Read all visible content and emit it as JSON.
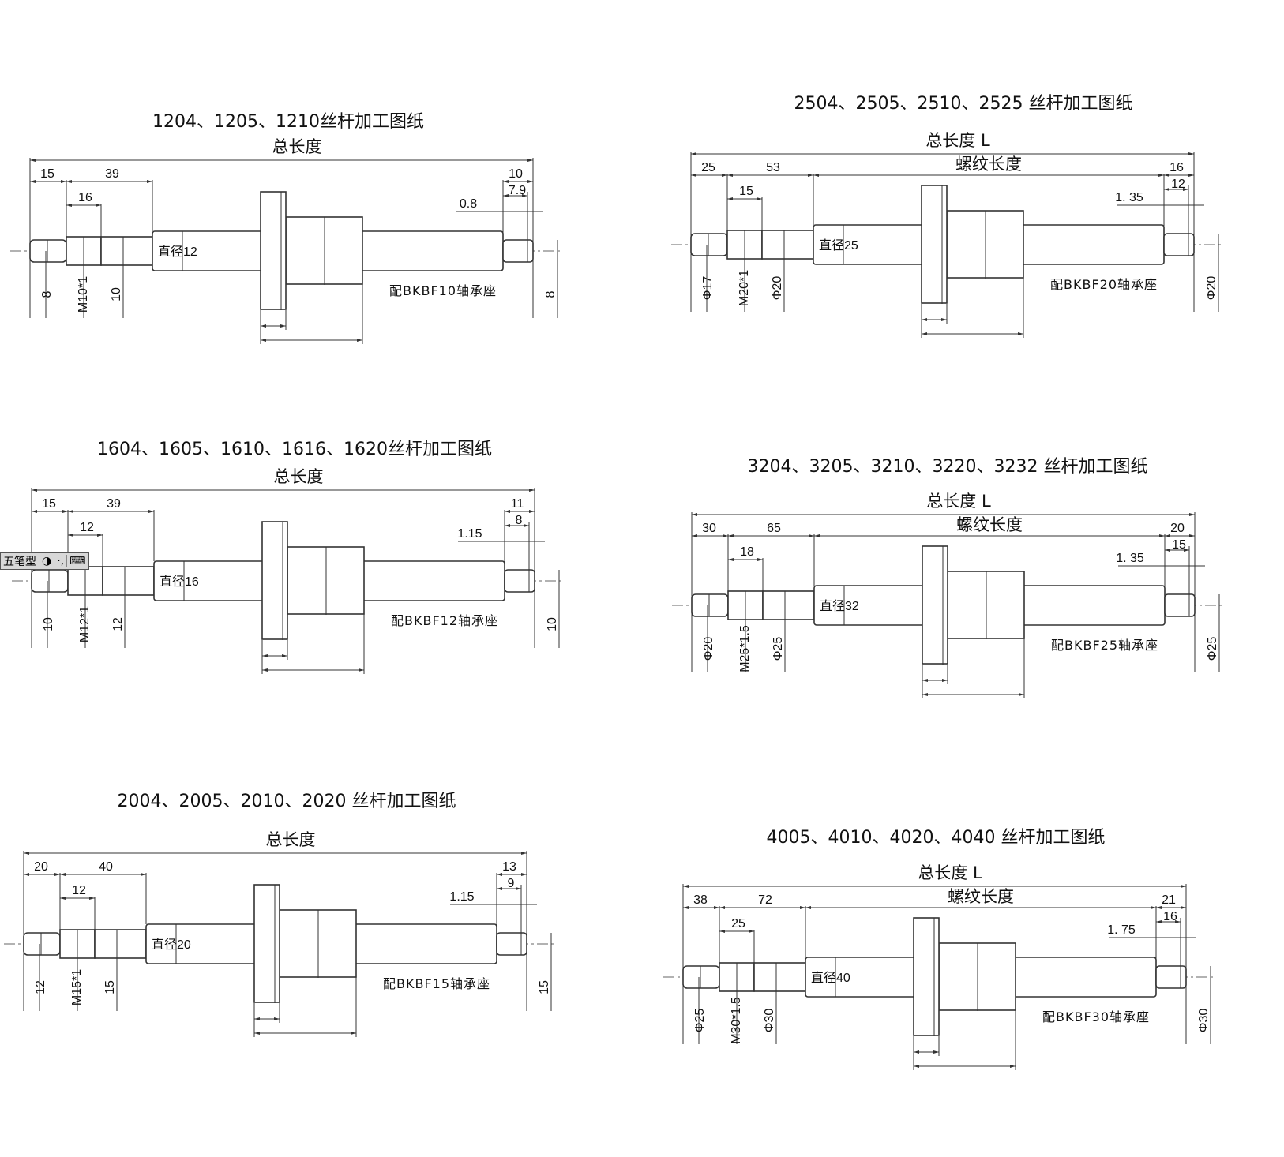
{
  "panels": [
    {
      "title": "1204、1205、1210丝杆加工图纸",
      "total": "总长度",
      "thread": "",
      "l1": "15",
      "l2": "39",
      "l3": "16",
      "r1": "10",
      "r2": "7.9",
      "r3": "0.8",
      "dia": "直径12",
      "b1": "8",
      "b2": "M10*1",
      "b3": "10",
      "br": "8",
      "bearing": "配BKBF10轴承座"
    },
    {
      "title": "2504、2505、2510、2525 丝杆加工图纸",
      "total": "总长度 L",
      "thread": "螺纹长度",
      "l1": "25",
      "l2": "53",
      "l3": "15",
      "r1": "16",
      "r2": "12",
      "r3": "1. 35",
      "dia": "直径25",
      "b1": "Φ17",
      "b2": "M20*1",
      "b3": "Φ20",
      "br": "Φ20",
      "bearing": "配BKBF20轴承座"
    },
    {
      "title": "1604、1605、1610、1616、1620丝杆加工图纸",
      "total": "总长度",
      "thread": "",
      "l1": "15",
      "l2": "39",
      "l3": "12",
      "r1": "11",
      "r2": "8",
      "r3": "1.15",
      "dia": "直径16",
      "b1": "10",
      "b2": "M12*1",
      "b3": "12",
      "br": "10",
      "bearing": "配BKBF12轴承座"
    },
    {
      "title": "3204、3205、3210、3220、3232 丝杆加工图纸",
      "total": "总长度 L",
      "thread": "螺纹长度",
      "l1": "30",
      "l2": "65",
      "l3": "18",
      "r1": "20",
      "r2": "15",
      "r3": "1. 35",
      "dia": "直径32",
      "b1": "Φ20",
      "b2": "M25*1.5",
      "b3": "Φ25",
      "br": "Φ25",
      "bearing": "配BKBF25轴承座"
    },
    {
      "title": "2004、2005、2010、2020 丝杆加工图纸",
      "total": "总长度",
      "thread": "",
      "l1": "20",
      "l2": "40",
      "l3": "12",
      "r1": "13",
      "r2": "9",
      "r3": "1.15",
      "dia": "直径20",
      "b1": "12",
      "b2": "M15*1",
      "b3": "15",
      "br": "15",
      "bearing": "配BKBF15轴承座"
    },
    {
      "title": "4005、4010、4020、4040 丝杆加工图纸",
      "total": "总长度 L",
      "thread": "螺纹长度",
      "l1": "38",
      "l2": "72",
      "l3": "25",
      "r1": "21",
      "r2": "16",
      "r3": "1. 75",
      "dia": "直径40",
      "b1": "Φ25",
      "b2": "M30*1.5",
      "b3": "Φ30",
      "br": "Φ30",
      "bearing": "配BKBF30轴承座"
    }
  ],
  "ime": {
    "mode": "五笔型",
    "moon": "◑",
    "punct": "·,",
    "keyboard": "⌨"
  }
}
